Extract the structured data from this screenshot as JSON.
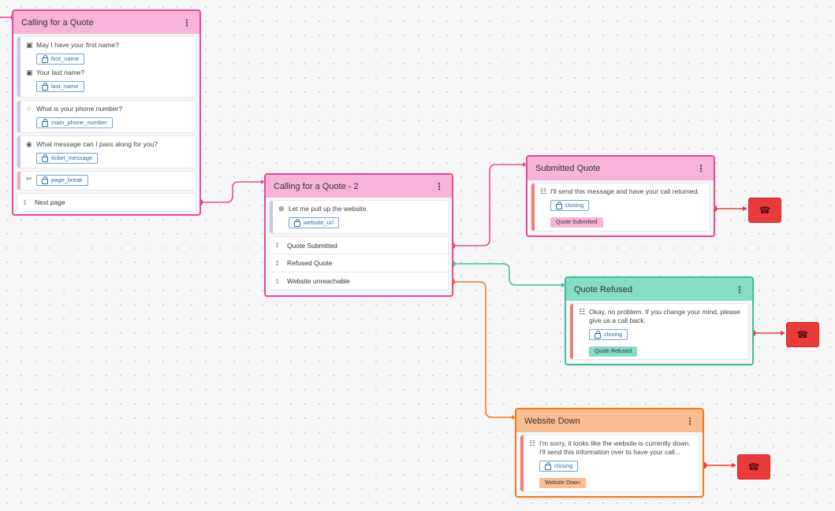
{
  "colors": {
    "pink": "#e64a9b",
    "pink_header": "#f8b4d6",
    "teal": "#3bbfa0",
    "teal_header": "#86dcc7",
    "orange": "#f07a1e",
    "orange_header": "#fbbd92",
    "hangup": "#ea3b3b"
  },
  "nodes": {
    "quote1": {
      "title": "Calling for a Quote",
      "q_first": "May I have your first name?",
      "var_first": "first_name",
      "q_last": "Your last name?",
      "var_last": "last_name",
      "q_phone": "What is your phone number?",
      "var_phone": "main_phone_number",
      "q_message": "What message can I pass along for you?",
      "var_message": "ticket_message",
      "var_break": "page_break",
      "exit_next": "Next page"
    },
    "quote2": {
      "title": "Calling for a Quote - 2",
      "msg": "Let me pull up the website.",
      "var_url": "website_url",
      "exit_submitted": "Quote Submitted",
      "exit_refused": "Refused Quote",
      "exit_unreachable": "Website unreachable"
    },
    "submitted": {
      "title": "Submitted Quote",
      "msg": "I'll send this message and have your call returned.",
      "var": "closing",
      "tag": "Quote Submitted"
    },
    "refused": {
      "title": "Quote Refused",
      "msg1": "Okay, no problem. If you change your mind, please",
      "msg2": "give us a call back.",
      "var": "closing",
      "tag": "Quote Refused"
    },
    "down": {
      "title": "Website Down",
      "msg1": "I'm sorry, it looks like the website is currently down.",
      "msg2": "I'll send this information over to have your call...",
      "var": "closing",
      "tag": "Website Down"
    }
  }
}
